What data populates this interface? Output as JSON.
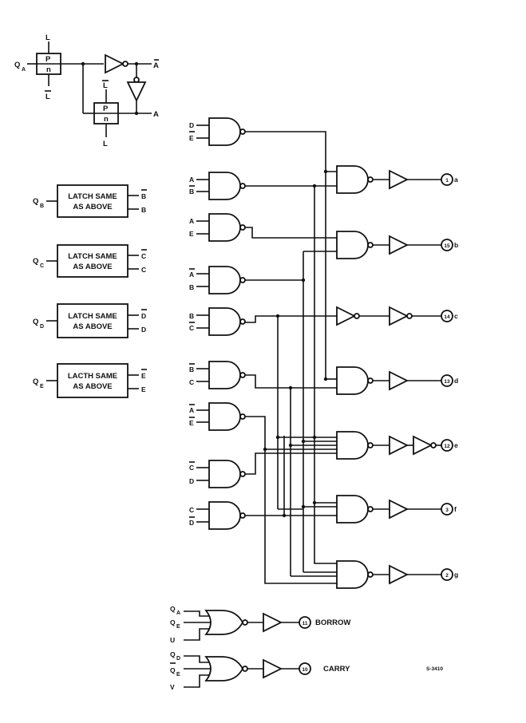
{
  "latch": {
    "input": "Q",
    "input_sub": "A",
    "top_label": "L",
    "bottom_label": "L",
    "cell_p": "P",
    "cell_n": "n",
    "lower_top": "L",
    "lower_bottom": "L",
    "out_bar": "A",
    "out": "A"
  },
  "latches": [
    {
      "input": "Q",
      "sub": "B",
      "line1": "LATCH SAME",
      "line2": "AS ABOVE",
      "out_bar": "B",
      "out": "B"
    },
    {
      "input": "Q",
      "sub": "C",
      "line1": "LATCH SAME",
      "line2": "AS ABOVE",
      "out_bar": "C",
      "out": "C"
    },
    {
      "input": "Q",
      "sub": "D",
      "line1": "LATCH SAME",
      "line2": "AS ABOVE",
      "out_bar": "D",
      "out": "D"
    },
    {
      "input": "Q",
      "sub": "E",
      "line1": "LACTH SAME",
      "line2": "AS ABOVE",
      "out_bar": "E",
      "out": "E"
    }
  ],
  "decoder_inputs": [
    {
      "top": "D",
      "bottom": "E"
    },
    {
      "top": "A",
      "bottom": "B"
    },
    {
      "top": "A",
      "bottom": "E"
    },
    {
      "top": "A",
      "bottom": "B"
    },
    {
      "top": "B",
      "bottom": "C"
    },
    {
      "top": "B",
      "bottom": "C"
    },
    {
      "top": "A",
      "bottom": "E"
    },
    {
      "top": "C",
      "bottom": "D"
    },
    {
      "top": "C",
      "bottom": "D"
    }
  ],
  "outputs": [
    {
      "pin": "1",
      "seg": "a"
    },
    {
      "pin": "15",
      "seg": "b"
    },
    {
      "pin": "14",
      "seg": "c"
    },
    {
      "pin": "13",
      "seg": "d"
    },
    {
      "pin": "12",
      "seg": "e"
    },
    {
      "pin": "3",
      "seg": "f"
    },
    {
      "pin": "2",
      "seg": "g"
    }
  ],
  "borrow": {
    "in1": "Q",
    "in1_sub": "A",
    "in2": "Q",
    "in2_sub": "E",
    "in3": "U",
    "pin": "11",
    "label": "BORROW"
  },
  "carry": {
    "in1": "Q",
    "in1_sub": "D",
    "in2": "Q",
    "in2_sub": "E",
    "in3": "V",
    "pin": "10",
    "label": "CARRY"
  },
  "figure_id": "S-3410"
}
